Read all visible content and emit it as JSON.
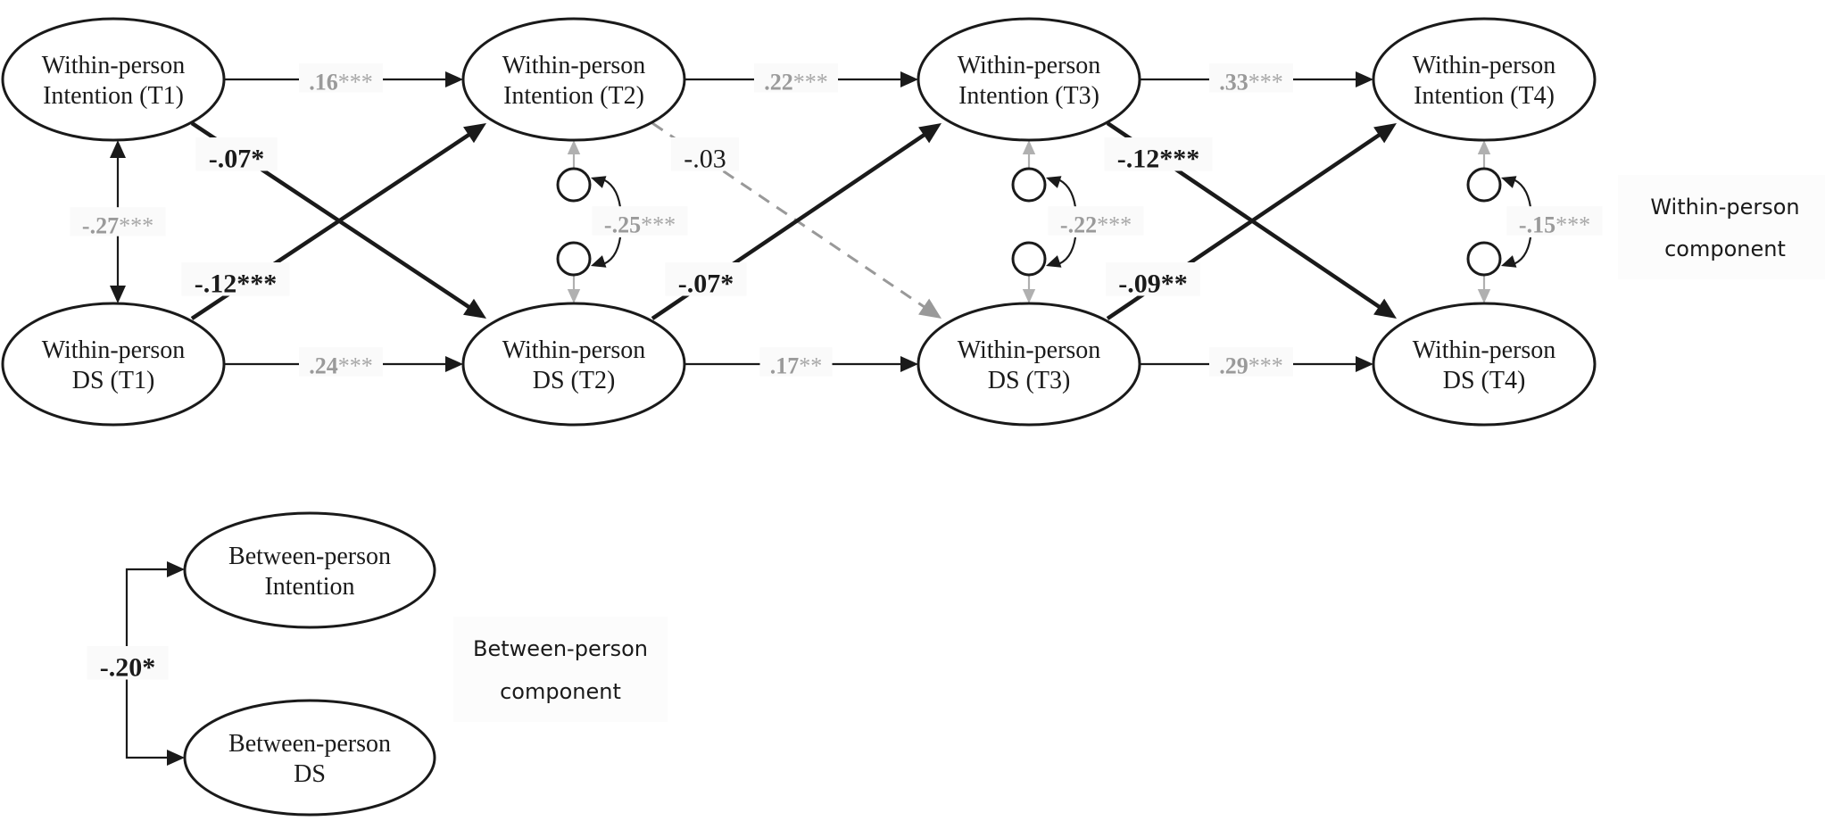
{
  "nodes": {
    "int_t1": [
      "Within-person",
      "Intention (T1)"
    ],
    "int_t2": [
      "Within-person",
      "Intention (T2)"
    ],
    "int_t3": [
      "Within-person",
      "Intention (T3)"
    ],
    "int_t4": [
      "Within-person",
      "Intention (T4)"
    ],
    "ds_t1": [
      "Within-person",
      "DS (T1)"
    ],
    "ds_t2": [
      "Within-person",
      "DS (T2)"
    ],
    "ds_t3": [
      "Within-person",
      "DS (T3)"
    ],
    "ds_t4": [
      "Within-person",
      "DS (T4)"
    ],
    "bp_int": [
      "Between-person",
      "Intention"
    ],
    "bp_ds": [
      "Between-person",
      "DS"
    ]
  },
  "paths": {
    "autoregressive_intention": [
      ".16***",
      ".22***",
      ".33***"
    ],
    "autoregressive_ds": [
      ".24***",
      ".17**",
      ".29***"
    ],
    "intention_to_ds": [
      "-.07*",
      "-.03",
      "-.12***"
    ],
    "ds_to_intention": [
      "-.12***",
      "-.07*",
      "-.09**"
    ],
    "covariance_t1": "-.27***",
    "residual_covariances": [
      "-.25***",
      "-.22***",
      "-.15***"
    ],
    "between_covariance": "-.20*"
  },
  "significance": {
    "intention_to_ds": [
      true,
      false,
      true
    ],
    "ds_to_intention": [
      true,
      true,
      true
    ]
  },
  "labels": {
    "within_component": [
      "Within-person",
      "component"
    ],
    "between_component": [
      "Between-person",
      "component"
    ]
  }
}
